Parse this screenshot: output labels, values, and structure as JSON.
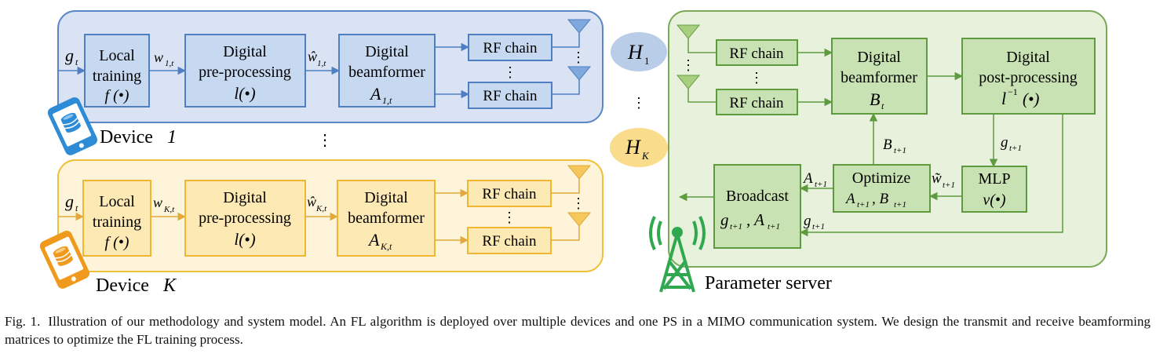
{
  "device1": {
    "input": "g",
    "input_sub": "t",
    "local": {
      "line1": "Local",
      "line2": "training",
      "fn": "f (•)"
    },
    "w": "w",
    "w_sub": "1,t",
    "pre": {
      "line1": "Digital",
      "line2": "pre-processing",
      "fn": "l(•)"
    },
    "what": "ŵ",
    "what_sub": "1,t",
    "bf": {
      "line1": "Digital",
      "line2": "beamformer",
      "sym": "A",
      "sub": "1,t"
    },
    "rf_top": "RF chain",
    "rf_bottom": "RF chain",
    "label": "Device ",
    "label_idx": "1"
  },
  "deviceK": {
    "input": "g",
    "input_sub": "t",
    "local": {
      "line1": "Local",
      "line2": "training",
      "fn": "f (•)"
    },
    "w": "w",
    "w_sub": "K,t",
    "pre": {
      "line1": "Digital",
      "line2": "pre-processing",
      "fn": "l(•)"
    },
    "what": "ŵ",
    "what_sub": "K,t",
    "bf": {
      "line1": "Digital",
      "line2": "beamformer",
      "sym": "A",
      "sub": "K,t"
    },
    "rf_top": "RF chain",
    "rf_bottom": "RF chain",
    "label": "Device ",
    "label_idx": "K"
  },
  "channel": {
    "h1": "H",
    "h1_sub": "1",
    "hk": "H",
    "hk_sub": "K",
    "dots": "⋮"
  },
  "server": {
    "rf_top": "RF chain",
    "rf_bottom": "RF chain",
    "bf": {
      "line1": "Digital",
      "line2": "beamformer",
      "sym": "B",
      "sub": "t"
    },
    "post": {
      "line1": "Digital",
      "line2": "post-processing",
      "fn": "l",
      "fn_sup": "−1",
      "fn_arg": "(•)"
    },
    "mlp": {
      "line1": "MLP",
      "fn": "v(•)"
    },
    "opt": {
      "line1": "Optimize",
      "line2": "A",
      "sub_a": "t+1",
      "line2b": ", B",
      "sub_b": "t+1"
    },
    "bc": {
      "line1": "Broadcast",
      "line2": "g",
      "sub_g": "t+1",
      "line2b": ", A",
      "sub_a": "t+1"
    },
    "lbl_b": "B",
    "lbl_b_sub": "t+1",
    "lbl_g": "g",
    "lbl_g_sub": "t+1",
    "lbl_wt": "w̃",
    "lbl_wt_sub": "t+1",
    "lbl_a": "A",
    "lbl_a_sub": "t+1",
    "lbl_g2": "g",
    "lbl_g2_sub": "t+1",
    "label": "Parameter server"
  },
  "caption": {
    "fig": "Fig. 1.",
    "text": "Illustration of our methodology and system model. An FL algorithm is deployed over multiple devices and one PS in a MIMO communication system. We design the transmit and receive beamforming matrices to optimize the FL training process."
  },
  "colors": {
    "device1_panel": "#d9e3f3",
    "device1_border": "#5b86c6",
    "deviceK_panel": "#fdf4d9",
    "deviceK_border": "#f0bf3c",
    "server_panel": "#e7f1dc",
    "server_border": "#7aaa57",
    "phone_blue": "#2e8bd6",
    "phone_orange": "#ef9a1c",
    "tower_green": "#2fa84f"
  }
}
